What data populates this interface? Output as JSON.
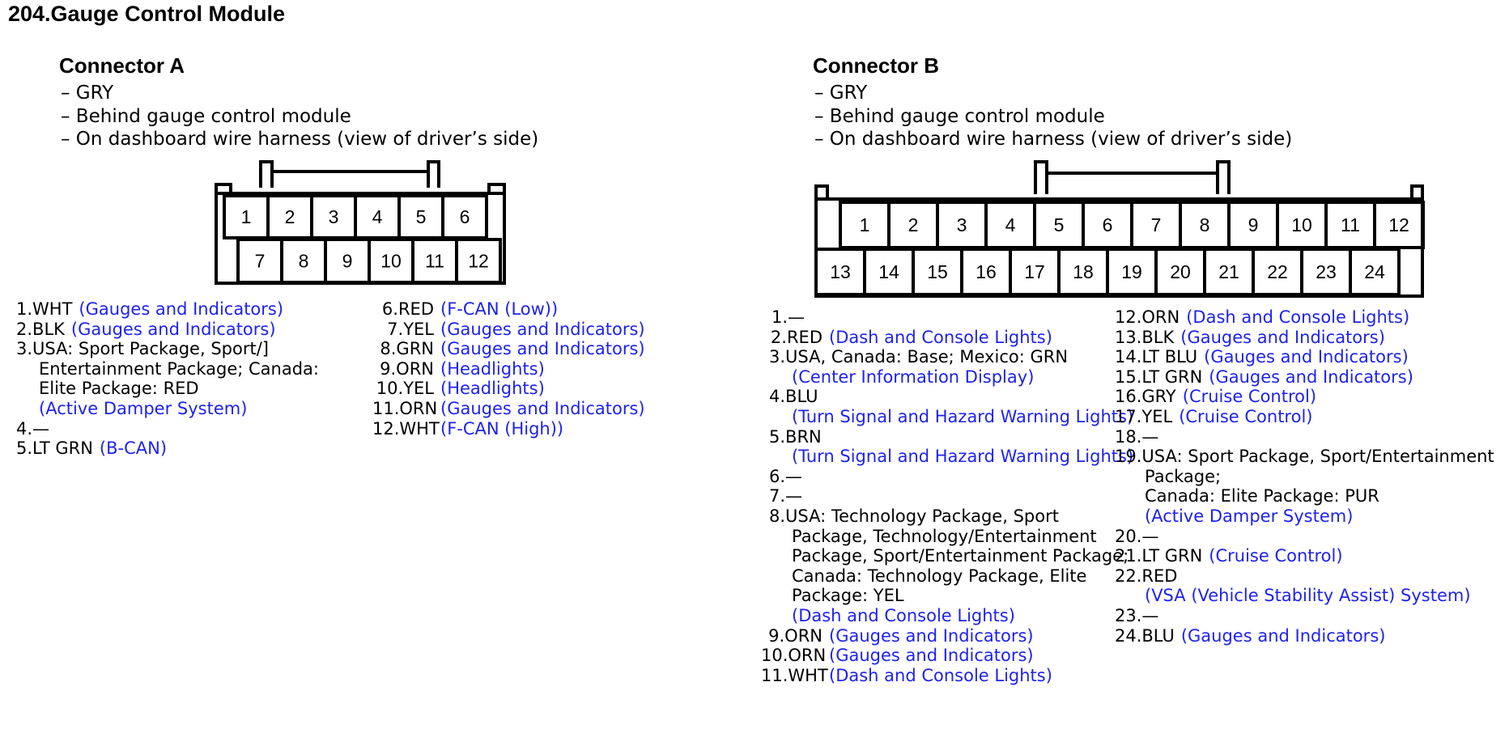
{
  "title": "204.Gauge Control Module",
  "connector_a": {
    "name": "Connector A",
    "color": "– GRY",
    "location": "– Behind gauge control module",
    "harness": "– On dashboard wire harness (view of driver’s side)",
    "top_pins": [
      "1",
      "2",
      "3",
      "4",
      "5",
      "6"
    ],
    "bottom_pins": [
      "7",
      "8",
      "9",
      "10",
      "11",
      "12"
    ],
    "pins": [
      {
        "num": "1",
        "wire": "1.WHT",
        "system": "(Gauges and Indicators)"
      },
      {
        "num": "2",
        "wire": "2.BLK",
        "system": "(Gauges and Indicators)"
      },
      {
        "num": "3",
        "wire": "3.USA: Sport Package, Sport/]",
        "extra": [
          "Entertainment Package; Canada:",
          "Elite Package: RED"
        ],
        "system": "(Active Damper System)"
      },
      {
        "num": "4",
        "wire": "4.—"
      },
      {
        "num": "5",
        "wire": "5.LT GRN",
        "system": "(B-CAN)"
      },
      {
        "num": "6",
        "wire": "6.RED",
        "system": "(F-CAN (Low))"
      },
      {
        "num": "7",
        "wire": "7.YEL",
        "system": "(Gauges and Indicators)"
      },
      {
        "num": "8",
        "wire": "8.GRN",
        "system": "(Gauges and Indicators)"
      },
      {
        "num": "9",
        "wire": "9.ORN",
        "system": "(Headlights)"
      },
      {
        "num": "10",
        "wire": "10.YEL",
        "system": "(Headlights)"
      },
      {
        "num": "11",
        "wire": "11.ORN",
        "system": "(Gauges and Indicators)"
      },
      {
        "num": "12",
        "wire": "12.WHT",
        "system": "(F-CAN (High))"
      }
    ]
  },
  "connector_b": {
    "name": "Connector B",
    "color": "– GRY",
    "location": "– Behind gauge control module",
    "harness": "– On dashboard wire harness (view of driver’s side)",
    "top_pins": [
      "1",
      "2",
      "3",
      "4",
      "5",
      "6",
      "7",
      "8",
      "9",
      "10",
      "11",
      "12"
    ],
    "bottom_pins": [
      "13",
      "14",
      "15",
      "16",
      "17",
      "18",
      "19",
      "20",
      "21",
      "22",
      "23",
      "24"
    ],
    "pins": [
      {
        "num": "1",
        "wire": "1.—"
      },
      {
        "num": "2",
        "wire": "2.RED",
        "system": "(Dash and Console Lights)"
      },
      {
        "num": "3",
        "wire": "3.USA, Canada: Base; Mexico: GRN",
        "system_line": "(Center Information Display)"
      },
      {
        "num": "4",
        "wire": "4.BLU",
        "system_line": "(Turn Signal and Hazard Warning Lights)"
      },
      {
        "num": "5",
        "wire": "5.BRN",
        "system_line": "(Turn Signal and Hazard Warning Lights)"
      },
      {
        "num": "6",
        "wire": "6.—"
      },
      {
        "num": "7",
        "wire": "7.—"
      },
      {
        "num": "8",
        "wire": "8.USA: Technology Package, Sport",
        "extra": [
          "Package, Technology/Entertainment",
          "Package, Sport/Entertainment Package;",
          "Canada: Technology Package, Elite",
          "Package: YEL"
        ],
        "system_line": "(Dash and Console Lights)"
      },
      {
        "num": "9",
        "wire": "9.ORN",
        "system": "(Gauges and Indicators)"
      },
      {
        "num": "10",
        "wire": "10.ORN",
        "system": "(Gauges and Indicators)"
      },
      {
        "num": "11",
        "wire": "11.WHT",
        "system": "(Dash and Console Lights)"
      },
      {
        "num": "12",
        "wire": "12.ORN",
        "system": "(Dash and Console Lights)"
      },
      {
        "num": "13",
        "wire": "13.BLK",
        "system": "(Gauges and Indicators)"
      },
      {
        "num": "14",
        "wire": "14.LT BLU",
        "system": "(Gauges and Indicators)"
      },
      {
        "num": "15",
        "wire": "15.LT GRN",
        "system": "(Gauges and Indicators)"
      },
      {
        "num": "16",
        "wire": "16.GRY",
        "system": "(Cruise Control)"
      },
      {
        "num": "17",
        "wire": "17.YEL",
        "system": "(Cruise Control)"
      },
      {
        "num": "18",
        "wire": "18.—"
      },
      {
        "num": "19",
        "wire": "19.USA: Sport Package, Sport/Entertainment",
        "extra": [
          "Package;",
          "Canada: Elite Package: PUR"
        ],
        "system_line": "(Active Damper System)"
      },
      {
        "num": "20",
        "wire": "20.—"
      },
      {
        "num": "21",
        "wire": "21.LT GRN",
        "system": "(Cruise Control)"
      },
      {
        "num": "22",
        "wire": "22.RED",
        "system_line": "(VSA (Vehicle Stability Assist) System)"
      },
      {
        "num": "23",
        "wire": "23.—"
      },
      {
        "num": "24",
        "wire": "24.BLU",
        "system": "(Gauges and Indicators)"
      }
    ]
  },
  "colors": {
    "system_link": "#1f22ee",
    "text": "#000000"
  }
}
